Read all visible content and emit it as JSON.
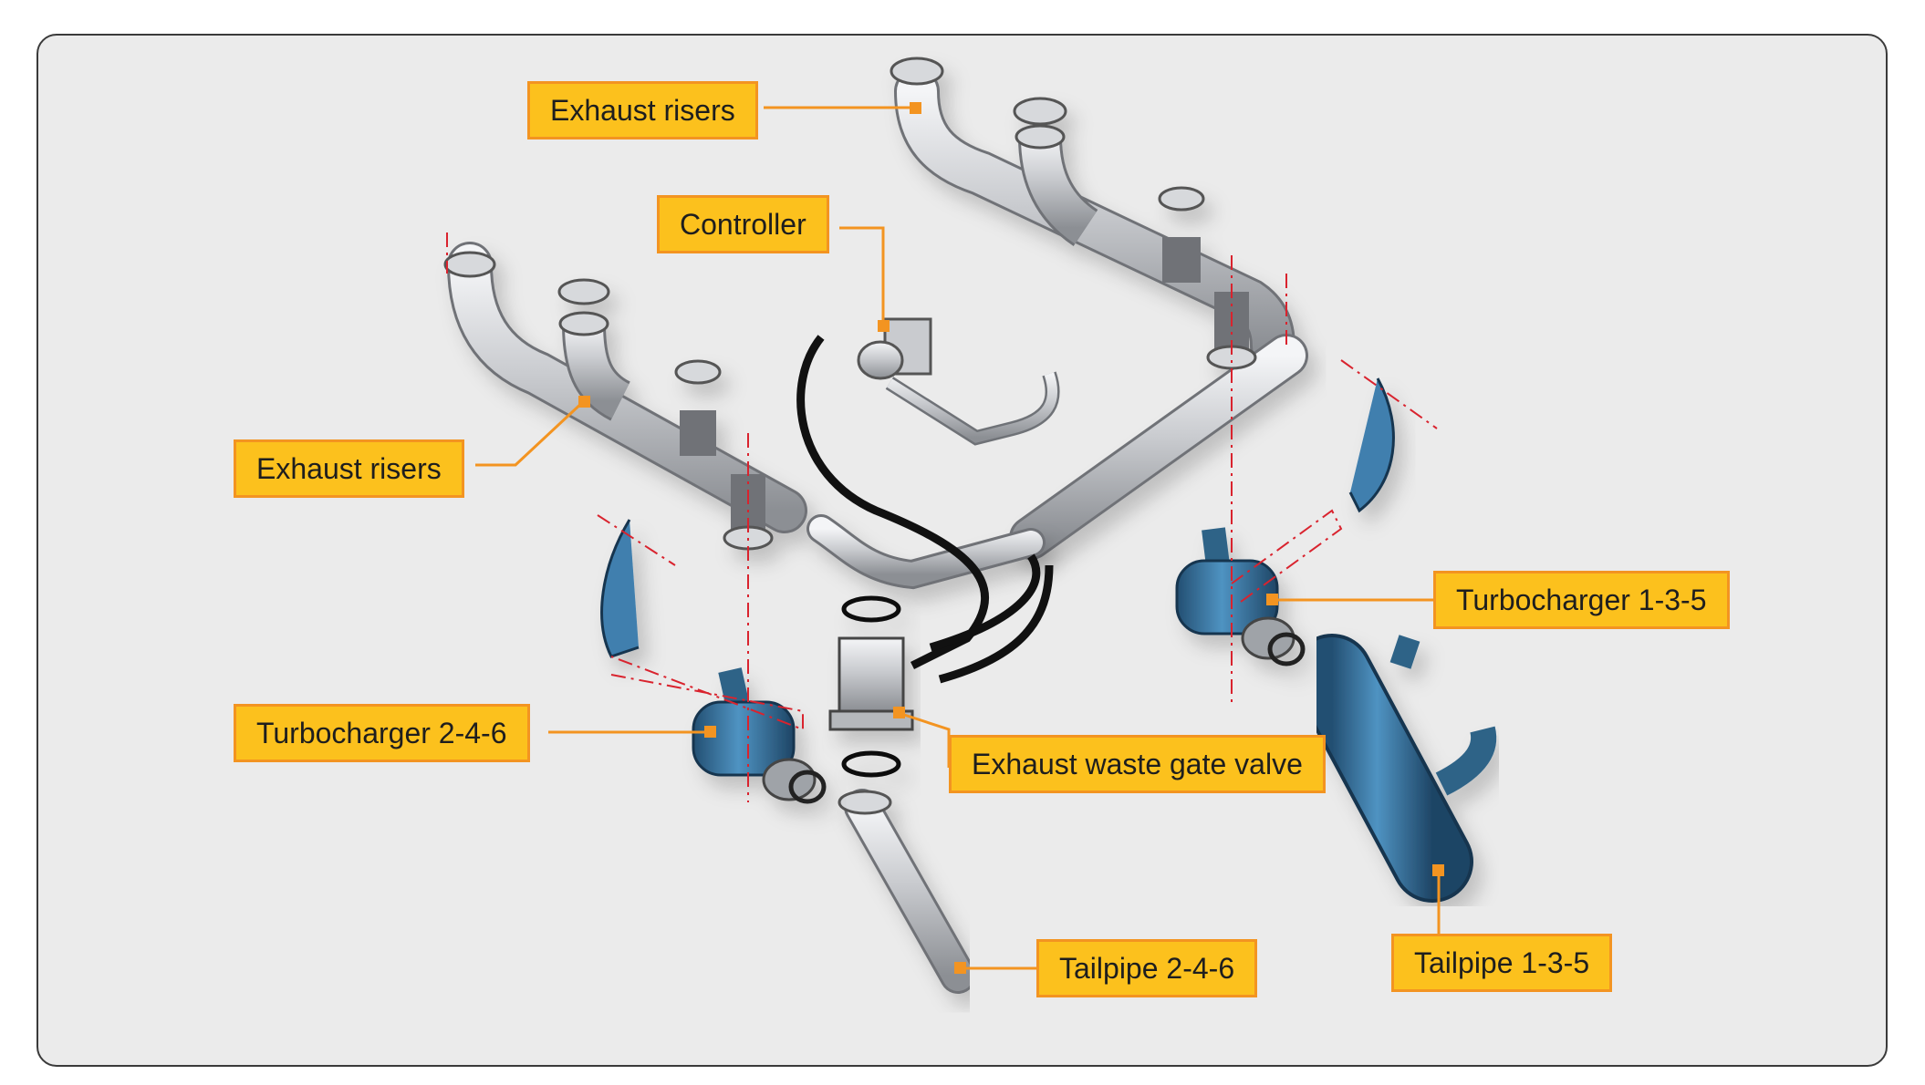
{
  "labels": {
    "exhaust_risers_top": "Exhaust risers",
    "controller": "Controller",
    "exhaust_risers_left": "Exhaust risers",
    "turbocharger_135": "Turbocharger 1-3-5",
    "turbocharger_246": "Turbocharger 2-4-6",
    "waste_gate": "Exhaust waste gate valve",
    "tailpipe_246": "Tailpipe 2-4-6",
    "tailpipe_135": "Tailpipe 1-3-5"
  },
  "colors": {
    "background": "#ebebeb",
    "frame_border": "#3a3a3a",
    "callout_fill": "#fcc11d",
    "callout_border": "#f39421",
    "leader_line": "#f39421",
    "pipe_steel": "#c9cbcf",
    "turbo_blue": "#3b7dab",
    "hose_black": "#111111",
    "centerline_red": "#d9232e"
  }
}
